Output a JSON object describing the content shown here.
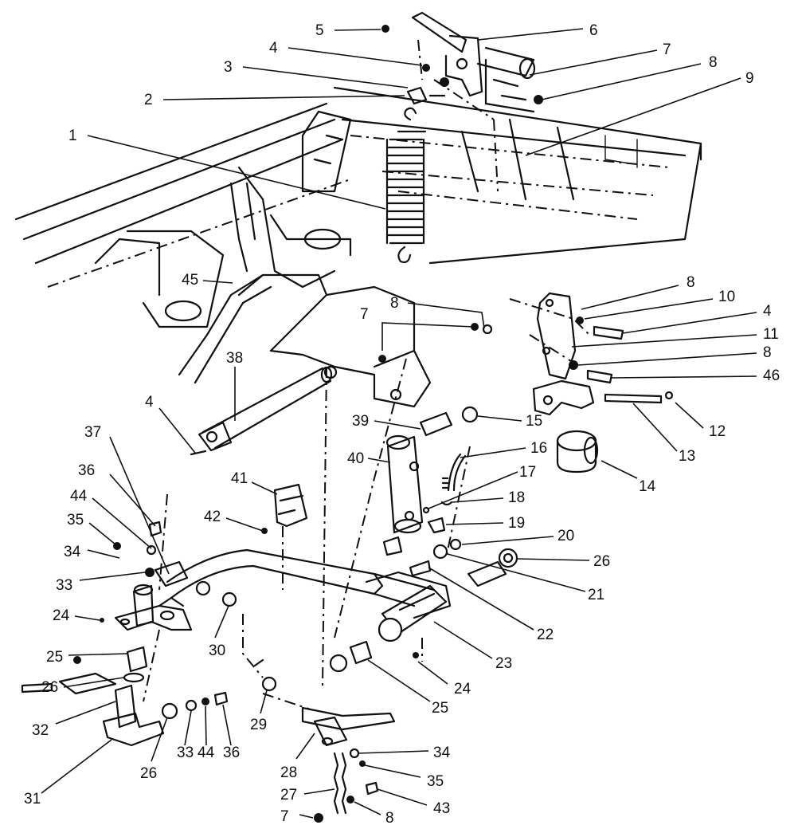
{
  "callouts": [
    {
      "id": "c1",
      "label": "1"
    },
    {
      "id": "c2",
      "label": "2"
    },
    {
      "id": "c3",
      "label": "3"
    },
    {
      "id": "c4a",
      "label": "4"
    },
    {
      "id": "c5",
      "label": "5"
    },
    {
      "id": "c6",
      "label": "6"
    },
    {
      "id": "c7a",
      "label": "7"
    },
    {
      "id": "c8a",
      "label": "8"
    },
    {
      "id": "c9",
      "label": "9"
    },
    {
      "id": "c8b",
      "label": "8"
    },
    {
      "id": "c10",
      "label": "10"
    },
    {
      "id": "c4b",
      "label": "4"
    },
    {
      "id": "c11",
      "label": "11"
    },
    {
      "id": "c8c",
      "label": "8"
    },
    {
      "id": "c46",
      "label": "46"
    },
    {
      "id": "c8d",
      "label": "8"
    },
    {
      "id": "c7b",
      "label": "7"
    },
    {
      "id": "c45",
      "label": "45"
    },
    {
      "id": "c38",
      "label": "38"
    },
    {
      "id": "c4c",
      "label": "4"
    },
    {
      "id": "c12",
      "label": "12"
    },
    {
      "id": "c13",
      "label": "13"
    },
    {
      "id": "c14",
      "label": "14"
    },
    {
      "id": "c39",
      "label": "39"
    },
    {
      "id": "c15",
      "label": "15"
    },
    {
      "id": "c16",
      "label": "16"
    },
    {
      "id": "c40",
      "label": "40"
    },
    {
      "id": "c17",
      "label": "17"
    },
    {
      "id": "c18",
      "label": "18"
    },
    {
      "id": "c19",
      "label": "19"
    },
    {
      "id": "c20",
      "label": "20"
    },
    {
      "id": "c26a",
      "label": "26"
    },
    {
      "id": "c21",
      "label": "21"
    },
    {
      "id": "c22",
      "label": "22"
    },
    {
      "id": "c23",
      "label": "23"
    },
    {
      "id": "c24a",
      "label": "24"
    },
    {
      "id": "c25a",
      "label": "25"
    },
    {
      "id": "c41",
      "label": "41"
    },
    {
      "id": "c42",
      "label": "42"
    },
    {
      "id": "c37",
      "label": "37"
    },
    {
      "id": "c36a",
      "label": "36"
    },
    {
      "id": "c44a",
      "label": "44"
    },
    {
      "id": "c35a",
      "label": "35"
    },
    {
      "id": "c34a",
      "label": "34"
    },
    {
      "id": "c33a",
      "label": "33"
    },
    {
      "id": "c24b",
      "label": "24"
    },
    {
      "id": "c30",
      "label": "30"
    },
    {
      "id": "c25b",
      "label": "25"
    },
    {
      "id": "c26b",
      "label": "26"
    },
    {
      "id": "c32",
      "label": "32"
    },
    {
      "id": "c31",
      "label": "31"
    },
    {
      "id": "c26c",
      "label": "26"
    },
    {
      "id": "c33b",
      "label": "33"
    },
    {
      "id": "c44b",
      "label": "44"
    },
    {
      "id": "c36b",
      "label": "36"
    },
    {
      "id": "c29",
      "label": "29"
    },
    {
      "id": "c28",
      "label": "28"
    },
    {
      "id": "c27",
      "label": "27"
    },
    {
      "id": "c34b",
      "label": "34"
    },
    {
      "id": "c35b",
      "label": "35"
    },
    {
      "id": "c43",
      "label": "43"
    },
    {
      "id": "c7c",
      "label": "7"
    },
    {
      "id": "c8e",
      "label": "8"
    }
  ]
}
